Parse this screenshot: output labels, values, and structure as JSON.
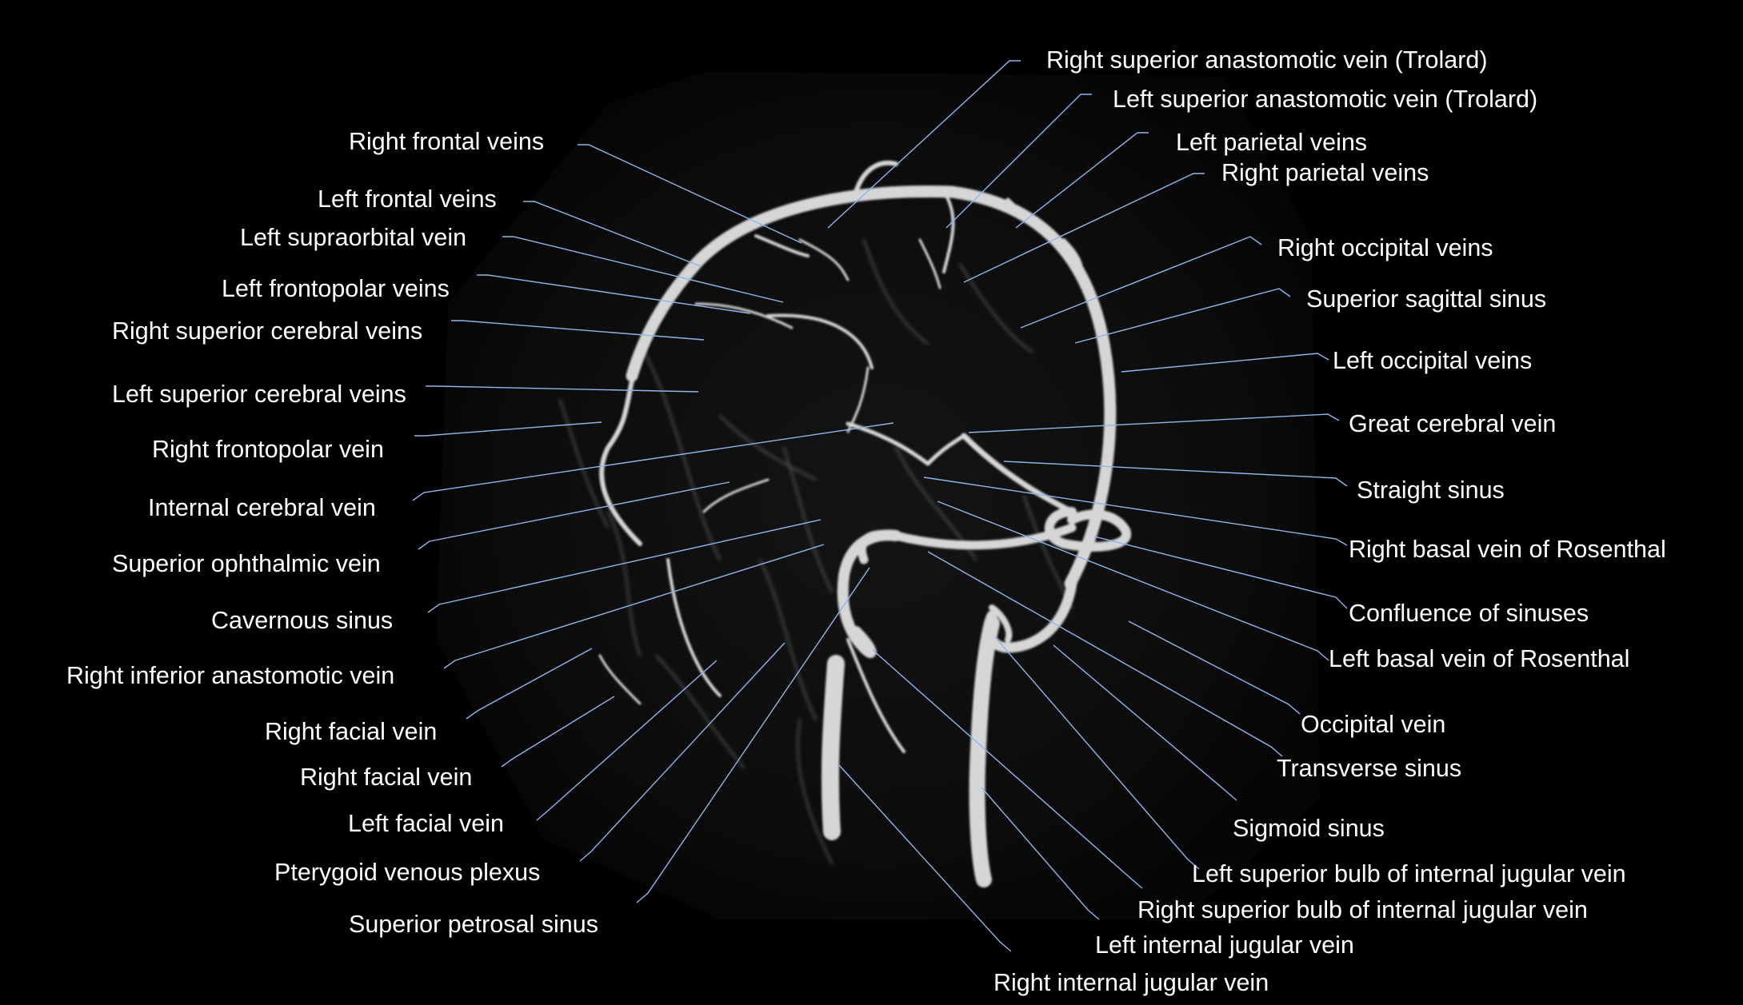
{
  "labels": [
    {
      "id": "lbl-0",
      "text": "Right superior anastomotic vein (Trolard)"
    },
    {
      "id": "lbl-1",
      "text": "Left superior anastomotic vein (Trolard)"
    },
    {
      "id": "lbl-2",
      "text": "Left parietal veins"
    },
    {
      "id": "lbl-3",
      "text": "Right parietal veins"
    },
    {
      "id": "lbl-4",
      "text": "Right occipital veins"
    },
    {
      "id": "lbl-5",
      "text": "Superior sagittal sinus"
    },
    {
      "id": "lbl-6",
      "text": "Left occipital veins"
    },
    {
      "id": "lbl-7",
      "text": "Great cerebral vein"
    },
    {
      "id": "lbl-8",
      "text": "Straight sinus"
    },
    {
      "id": "lbl-9",
      "text": "Right basal vein of Rosenthal"
    },
    {
      "id": "lbl-10",
      "text": "Confluence of sinuses"
    },
    {
      "id": "lbl-11",
      "text": "Left basal vein of Rosenthal"
    },
    {
      "id": "lbl-12",
      "text": "Occipital vein"
    },
    {
      "id": "lbl-13",
      "text": "Transverse sinus"
    },
    {
      "id": "lbl-14",
      "text": "Sigmoid sinus"
    },
    {
      "id": "lbl-15",
      "text": "Left superior bulb of internal jugular vein"
    },
    {
      "id": "lbl-16",
      "text": "Right superior bulb of internal jugular vein"
    },
    {
      "id": "lbl-17",
      "text": "Left internal jugular vein"
    },
    {
      "id": "lbl-18",
      "text": "Right internal jugular vein"
    },
    {
      "id": "lbl-19",
      "text": "Right frontal veins"
    },
    {
      "id": "lbl-20",
      "text": "Left frontal veins"
    },
    {
      "id": "lbl-21",
      "text": "Left supraorbital vein"
    },
    {
      "id": "lbl-22",
      "text": "Left frontopolar veins"
    },
    {
      "id": "lbl-23",
      "text": "Right superior cerebral veins"
    },
    {
      "id": "lbl-24",
      "text": "Left superior cerebral veins"
    },
    {
      "id": "lbl-25",
      "text": "Right frontopolar vein"
    },
    {
      "id": "lbl-26",
      "text": "Internal cerebral vein"
    },
    {
      "id": "lbl-27",
      "text": "Superior ophthalmic vein"
    },
    {
      "id": "lbl-28",
      "text": "Cavernous sinus"
    },
    {
      "id": "lbl-29",
      "text": "Right inferior anastomotic vein"
    },
    {
      "id": "lbl-30",
      "text": "Right facial vein"
    },
    {
      "id": "lbl-31",
      "text": "Right facial vein"
    },
    {
      "id": "lbl-32",
      "text": "Left facial vein"
    },
    {
      "id": "lbl-33",
      "text": "Pterygoid venous plexus"
    },
    {
      "id": "lbl-34",
      "text": "Superior petrosal sinus"
    }
  ],
  "colors": {
    "background": "#000000",
    "label_text": "#ffffff",
    "leader_line": "#8fb5ea",
    "vessel": "#d8d8d8"
  }
}
